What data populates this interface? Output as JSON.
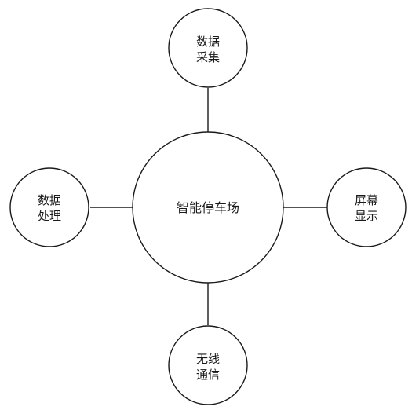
{
  "center": {
    "label": "智能停车场"
  },
  "nodes": {
    "top": {
      "line1": "数据",
      "line2": "采集"
    },
    "right": {
      "line1": "屏幕",
      "line2": "显示"
    },
    "bottom": {
      "line1": "无线",
      "line2": "通信"
    },
    "left": {
      "line1": "数据",
      "line2": "处理"
    }
  },
  "colors": {
    "stroke": "#1a1a1a",
    "fill": "#ffffff"
  }
}
